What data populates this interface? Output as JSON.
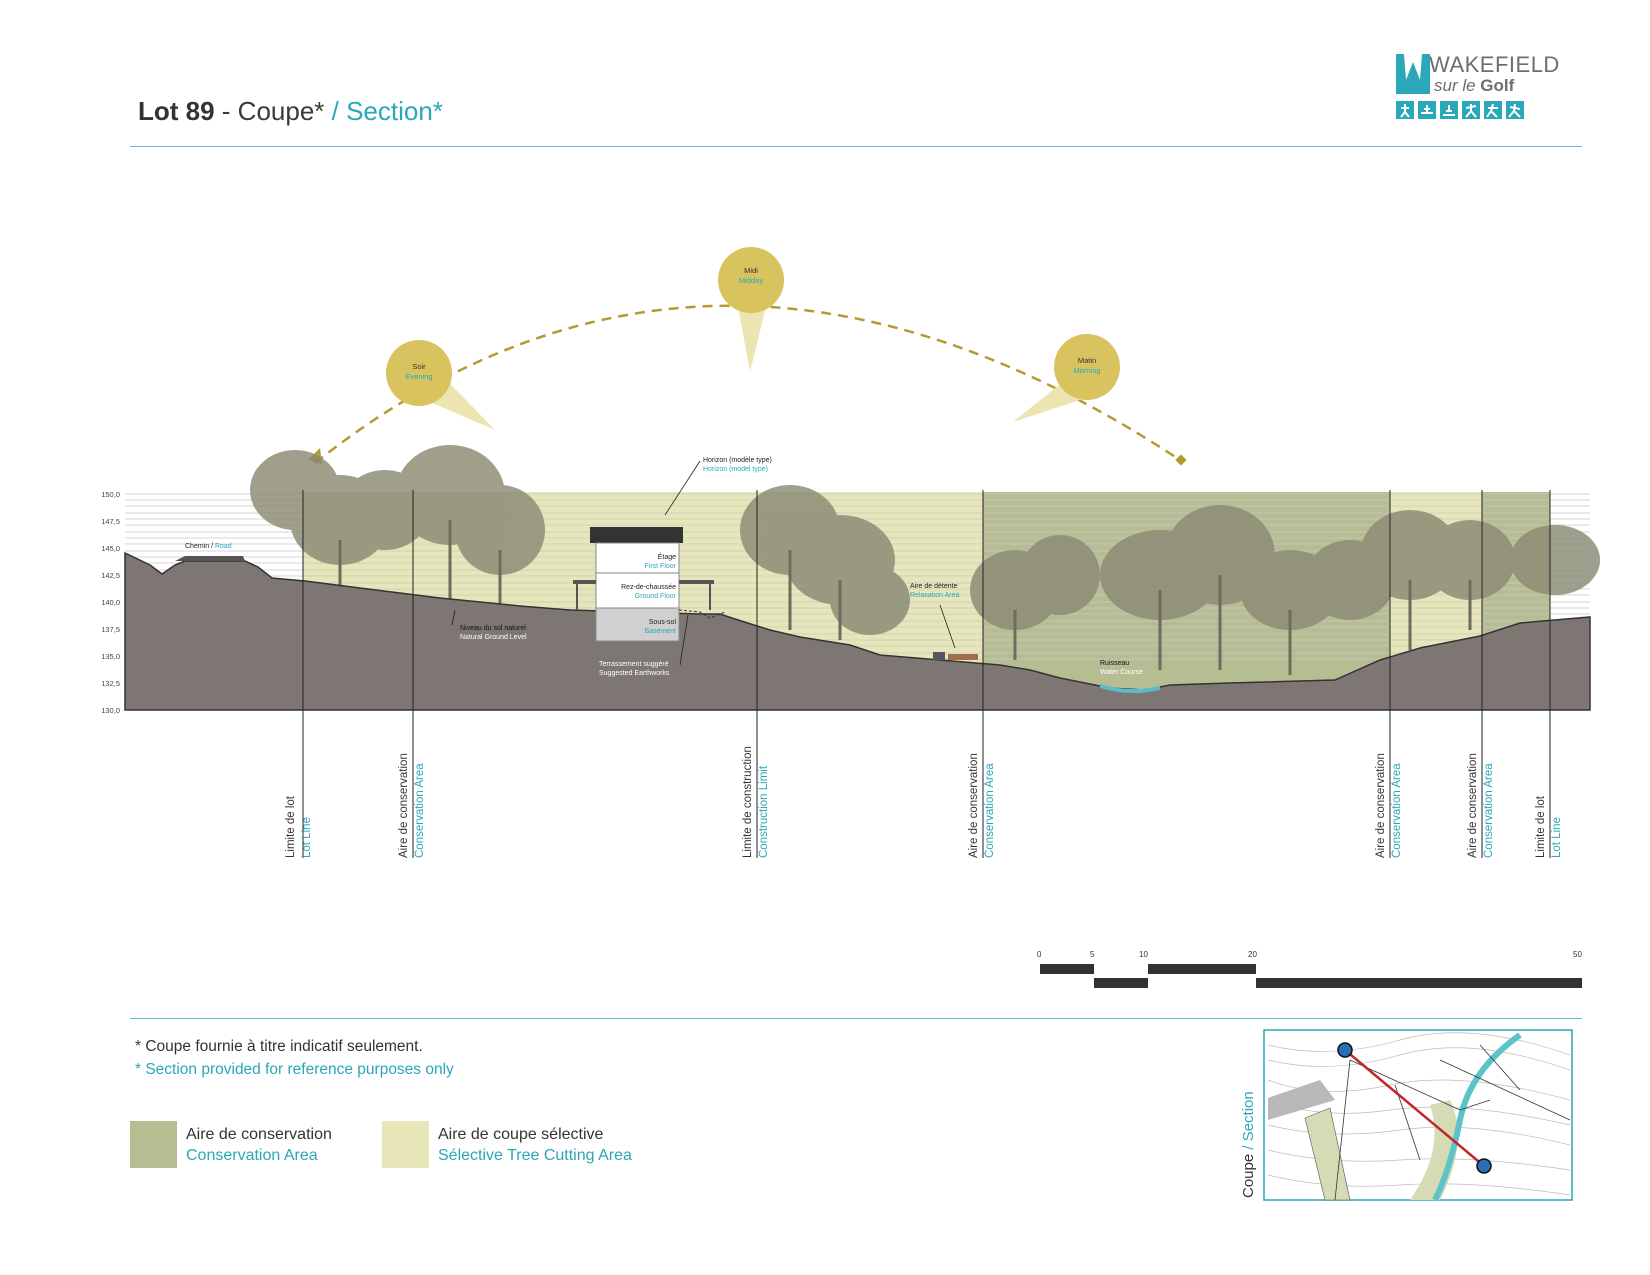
{
  "header": {
    "title_bold": "Lot 89",
    "title_fr": " - Coupe*",
    "title_en": " / Section*"
  },
  "logo": {
    "name": "WAKEFIELD",
    "sub_prefix": "sur le ",
    "sub_bold": "Golf"
  },
  "sun": {
    "evening_fr": "Soir",
    "evening_en": "Evening",
    "midday_fr": "Midi",
    "midday_en": "Midday",
    "morning_fr": "Matin",
    "morning_en": "Morning"
  },
  "elevation_ticks": [
    "150,0",
    "147,5",
    "145,0",
    "142,5",
    "140,0",
    "137,5",
    "135,0",
    "132,5",
    "130,0"
  ],
  "labels": {
    "road_fr": "Chemin /",
    "road_en": " Road",
    "model_fr": "Horizon (modèle type)",
    "model_en": "Horizon (model type)",
    "floor1_fr": "Étage",
    "floor1_en": "First Floor",
    "ground_fr": "Rez-de-chaussée",
    "ground_en": "Ground Floor",
    "basement_fr": "Sous-sol",
    "basement_en": "Basement",
    "natural_fr": "Niveau du sol naturel",
    "natural_en": "Natural Ground Level",
    "earthworks_fr": "Terrassement suggéré",
    "earthworks_en": "Suggested Earthworks",
    "relax_fr": "Aire de détente",
    "relax_en": "Relaxation Area",
    "stream_fr": "Ruisseau",
    "stream_en": "Water Course"
  },
  "boundaries": [
    {
      "fr": "Limite de lot",
      "en": "Lot Line"
    },
    {
      "fr": "Aire de conservation",
      "en": "Conservation Area"
    },
    {
      "fr": "Limite de construction",
      "en": "Construction Limit"
    },
    {
      "fr": "Aire de conservation",
      "en": "Conservation Area"
    },
    {
      "fr": "Aire de conservation",
      "en": "Conservation Area"
    },
    {
      "fr": "Aire de conservation",
      "en": "Conservation Area"
    },
    {
      "fr": "Limite de lot",
      "en": "Lot Line"
    }
  ],
  "scale": {
    "labels": [
      "0",
      "5",
      "10",
      "20",
      "50"
    ]
  },
  "notes": {
    "fr": "* Coupe fournie à titre indicatif seulement.",
    "en": "* Section provided for reference purposes only"
  },
  "legend": {
    "conservation_fr": "Aire de conservation",
    "conservation_en": "Conservation Area",
    "selective_fr": "Aire de coupe sélective",
    "selective_en": "Sélective Tree Cutting Area"
  },
  "keymap": {
    "label_fr": "Coupe",
    "label_en": " / Section"
  },
  "colors": {
    "teal": "#2aa7b8",
    "conservation": "#b7bd93",
    "selective": "#e6e6b8",
    "ground": "#7d7672",
    "sun": "#d9c35e",
    "arc": "#b59a2e"
  }
}
